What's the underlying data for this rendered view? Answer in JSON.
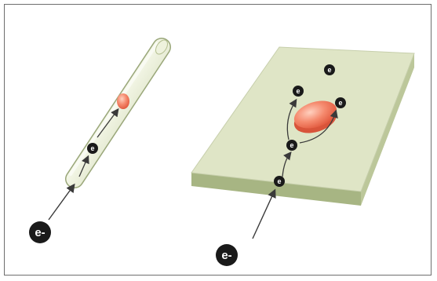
{
  "figure": {
    "panels": [
      {
        "name": "narrow-channel",
        "labels": [
          "e-",
          "e"
        ]
      },
      {
        "name": "wide-slab",
        "labels": [
          "e-",
          "e",
          "e",
          "e",
          "e",
          "e"
        ]
      }
    ]
  },
  "colors": {
    "frame": "#6e6e6e",
    "slab_top": "#dfe6c6",
    "slab_front": "#aab986",
    "slab_side": "#c2cca0",
    "tube": "#e4ead0",
    "defect": "#f07d64",
    "defect_edge": "#e05a3e",
    "electron": "#1a1a1a",
    "arrow": "#3a3a3a"
  }
}
